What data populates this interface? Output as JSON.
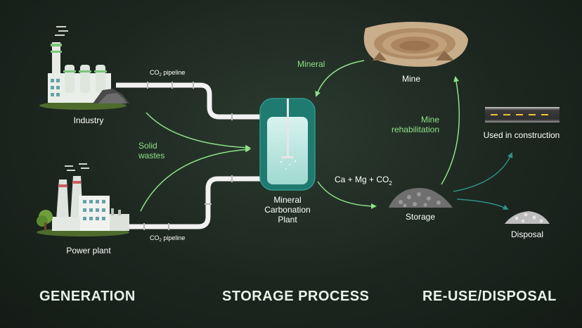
{
  "nodes": {
    "industry": "Industry",
    "power_plant": "Power plant",
    "plant": [
      "Mineral",
      "Carbonation",
      "Plant"
    ],
    "mine": "Mine",
    "storage": "Storage",
    "construction": "Used in construction",
    "disposal": "Disposal"
  },
  "flows": {
    "pipeline": "CO",
    "pipeline_sub": "2",
    "pipeline_tail": " pipeline",
    "solid_wastes": [
      "Solid",
      "wastes"
    ],
    "mineral": "Mineral",
    "mine_rehab": [
      "Mine",
      "rehabilitation"
    ],
    "ca_mg": "Ca + Mg + CO",
    "ca_mg_sub": "2"
  },
  "sections": {
    "generation": "GENERATION",
    "storage_process": "STORAGE PROCESS",
    "reuse": "RE-USE/DISPOSAL"
  },
  "colors": {
    "background": "#1c261f",
    "arrow_green": "#8fe08a",
    "arrow_teal": "#2f8f86",
    "pipe": "#f2f2f2",
    "tank": "#1f7a70"
  },
  "icons": [
    "factory-icon",
    "power-plant-icon",
    "reactor-tank-icon",
    "open-pit-mine-icon",
    "rock-pile-icon",
    "road-icon",
    "gravel-icon"
  ]
}
